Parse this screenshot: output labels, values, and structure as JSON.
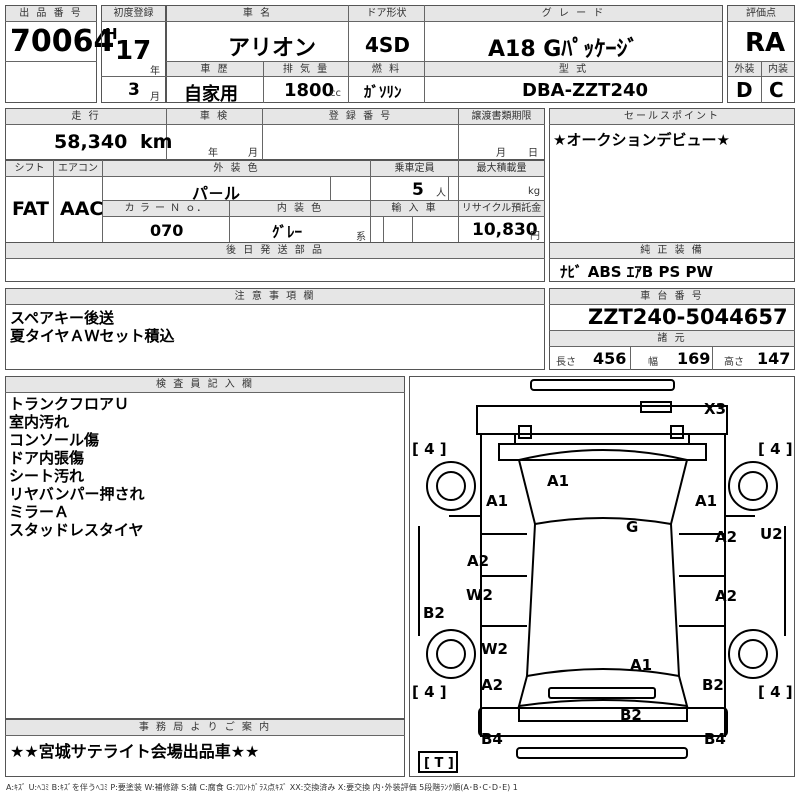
{
  "header": {
    "lot_label": "出 品 番 号",
    "lot_no": "70064",
    "first_reg_label": "初度登録",
    "era": "H",
    "year": "17",
    "year_unit": "年",
    "month": "3",
    "month_unit": "月",
    "name_label": "車 名",
    "name": "アリオン",
    "door_label": "ドア形状",
    "door": "4SD",
    "grade_label": "グ レ ー ド",
    "grade": "A18 Gﾊﾟｯｹｰｼﾞ",
    "score_label": "評価点",
    "score": "RA",
    "history_label": "車 歴",
    "history": "自家用",
    "disp_label": "排 気 量",
    "disp": "1800",
    "disp_unit": "cc",
    "fuel_label": "燃 料",
    "fuel": "ｶﾞｿﾘﾝ",
    "model_label": "型 式",
    "model": "DBA-ZZT240",
    "ext_label": "外装",
    "ext": "D",
    "int_label": "内装",
    "int": "C"
  },
  "row2": {
    "mileage_label": "走 行",
    "mileage": "58,340",
    "mileage_unit": "km",
    "inspection_label": "車 検",
    "insp_year_unit": "年",
    "insp_month_unit": "月",
    "reg_label": "登 録 番 号",
    "transfer_label": "譲渡書類期限",
    "tr_month_unit": "月",
    "tr_day_unit": "日",
    "sales_label": "セールスポイント",
    "sales": "★オークションデビュー★"
  },
  "row3": {
    "shift_label": "シフト",
    "shift": "FAT",
    "ac_label": "エアコン",
    "ac": "AAC",
    "color_label": "外 装 色",
    "color": "パ－ル",
    "capacity_label": "乗車定員",
    "capacity": "5",
    "capacity_unit": "人",
    "load_label": "最大積載量",
    "load_unit": "kg",
    "color_no_label": "カ ラ ー Ｎ ｏ．",
    "color_no": "070",
    "int_color_label": "内 装 色",
    "int_color": "ｸﾞﾚｰ",
    "int_color_suffix": "系",
    "import_label": "輸 入 車",
    "recycle_label": "リサイクル預託金",
    "recycle": "10,830",
    "recycle_unit": "円",
    "later_label": "後 日 発 送 部 品",
    "equip_label": "純 正 装 備",
    "equip": "ﾅﾋﾞ ABS ｴｱB PS PW"
  },
  "notes": {
    "label": "注 意 事 項 欄",
    "lines": [
      "スペアキー後送",
      "夏タイヤＡＷセット積込"
    ]
  },
  "chassis": {
    "label": "車 台 番 号",
    "number": "ZZT240-5044657",
    "dims_label": "諸 元",
    "len_label": "長さ",
    "length": "456",
    "wid_label": "幅",
    "width": "169",
    "hei_label": "高さ",
    "height": "147"
  },
  "inspector": {
    "label": "検 査 員 記 入 欄",
    "lines": [
      "トランクフロアＵ",
      "室内汚れ",
      "コンソール傷",
      "ドア内張傷",
      "シート汚れ",
      "リヤバンパー押され",
      "ミラーＡ",
      "スタッドレスタイヤ"
    ]
  },
  "office": {
    "label": "事 務 局 よ り ご 案 内",
    "text": "★★宮城サテライト会場出品車★★"
  },
  "diagram": {
    "marks": [
      "X3",
      "A1",
      "A1",
      "A1",
      "G",
      "A2",
      "U2",
      "A2",
      "W2",
      "A2",
      "B2",
      "W2",
      "A1",
      "A2",
      "B2",
      "B2",
      "B4",
      "B4"
    ],
    "tires": [
      "[ 4 ]",
      "[ 4 ]",
      "[ 4 ]",
      "[ 4 ]"
    ],
    "spare": "[ T ]"
  },
  "legend": "A:ｷｽﾞ U:ﾍｺﾐ B:ｷｽﾞを伴うﾍｺﾐ P:要塗装 W:補修跡 S:錆 C:腐食 G:ﾌﾛﾝﾄｶﾞﾗｽ点ｷｽﾞ XX:交換済み X:要交換 内･外装評価 5段階ﾗﾝｸ順(A･B･C･D･E) 1"
}
